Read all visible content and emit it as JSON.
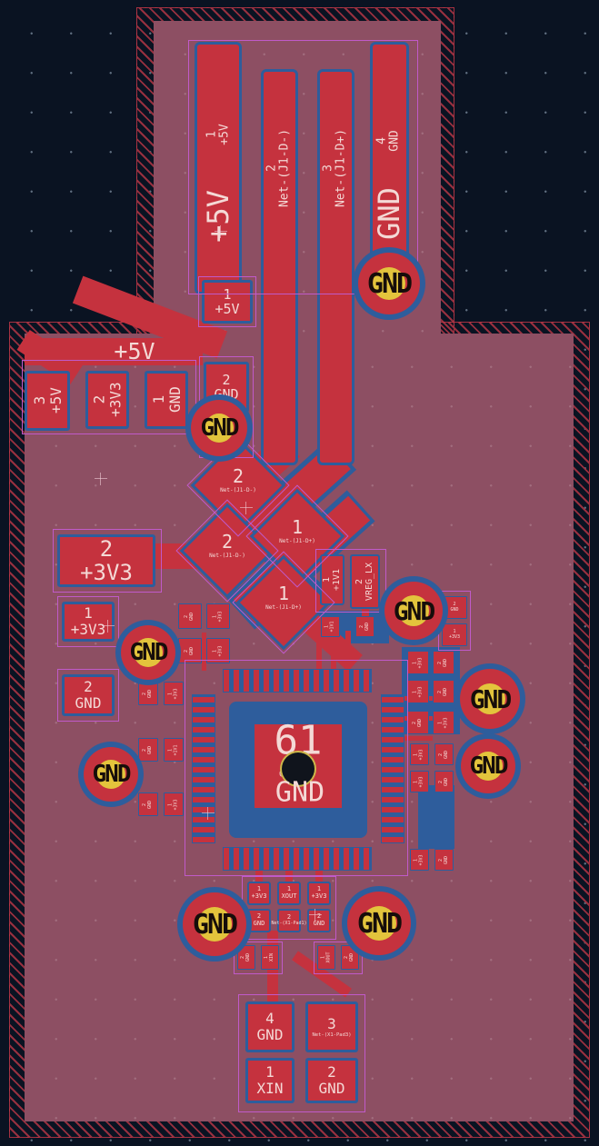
{
  "colors": {
    "bg": "#0a1322",
    "pour": "#8d4f63",
    "pad_red": "#c5323e",
    "blue": "#2e5d9c",
    "magenta": "#c05ac9",
    "via_yellow": "#e3c43c",
    "text_light": "#f4d9d6",
    "hatch_red": "#97303f"
  },
  "via_label": "GND",
  "trace_labels": {
    "plus5v": "+5V"
  },
  "connector": {
    "pins": [
      {
        "num": "1",
        "net": "+5V",
        "big": "+5V"
      },
      {
        "num": "2",
        "net": "Net-(J1-D-)",
        "big": ""
      },
      {
        "num": "3",
        "net": "Net-(J1-D+)",
        "big": ""
      },
      {
        "num": "4",
        "net": "GND",
        "big": "GND"
      }
    ]
  },
  "pads": {
    "p1_5v": {
      "num": "1",
      "net": "+5V"
    },
    "p3_5v": {
      "num": "3",
      "net": "+5V"
    },
    "p2_3v3": {
      "num": "2",
      "net": "+3V3"
    },
    "p1_gnd": {
      "num": "1",
      "net": "GND"
    },
    "p2_gnd": {
      "num": "2",
      "net": "GND"
    },
    "big_3v3": {
      "num": "2",
      "net": "+3V3"
    },
    "p1_3v3": {
      "num": "1",
      "net": "+3V3"
    },
    "p2_gnd_left": {
      "num": "2",
      "net": "GND"
    },
    "p1_1v1": {
      "num": "1",
      "net": "+1V1"
    },
    "p2_vreg": {
      "num": "2",
      "net": "VREG_LX"
    }
  },
  "diamonds": [
    {
      "num": "2",
      "net": "Net-(J1-D-)"
    },
    {
      "num": "2",
      "net": "Net-(J1-D-)"
    },
    {
      "num": "1",
      "net": "Net-(J1-D+)"
    },
    {
      "num": "1",
      "net": "Net-(J1-D+)"
    }
  ],
  "chip": {
    "pad_num": "61",
    "pad_net": "GND",
    "small": "GND"
  },
  "osc": {
    "row1": [
      {
        "num": "1",
        "net": "+3V3"
      },
      {
        "num": "1",
        "net": "XOUT"
      },
      {
        "num": "1",
        "net": "+3V3"
      }
    ],
    "row2": [
      {
        "num": "2",
        "net": "GND"
      },
      {
        "num": "2",
        "net": "Net-(X1-Pad1)"
      },
      {
        "num": "2",
        "net": "GND"
      }
    ]
  },
  "crystal": {
    "p4": {
      "num": "4",
      "net": "GND"
    },
    "p3": {
      "num": "3",
      "net": "Net-(X1-Pad3)"
    },
    "p1": {
      "num": "1",
      "net": "XIN"
    },
    "p2": {
      "num": "2",
      "net": "GND"
    }
  },
  "tiny": {
    "gnd": {
      "num": "2",
      "net": "GND"
    },
    "v3": {
      "num": "1",
      "net": "+3V3"
    },
    "v1": {
      "num": "1",
      "net": "+1V1"
    },
    "xin": {
      "num": "1",
      "net": "XIN"
    },
    "xout": {
      "num": "1",
      "net": "XOUT"
    }
  }
}
